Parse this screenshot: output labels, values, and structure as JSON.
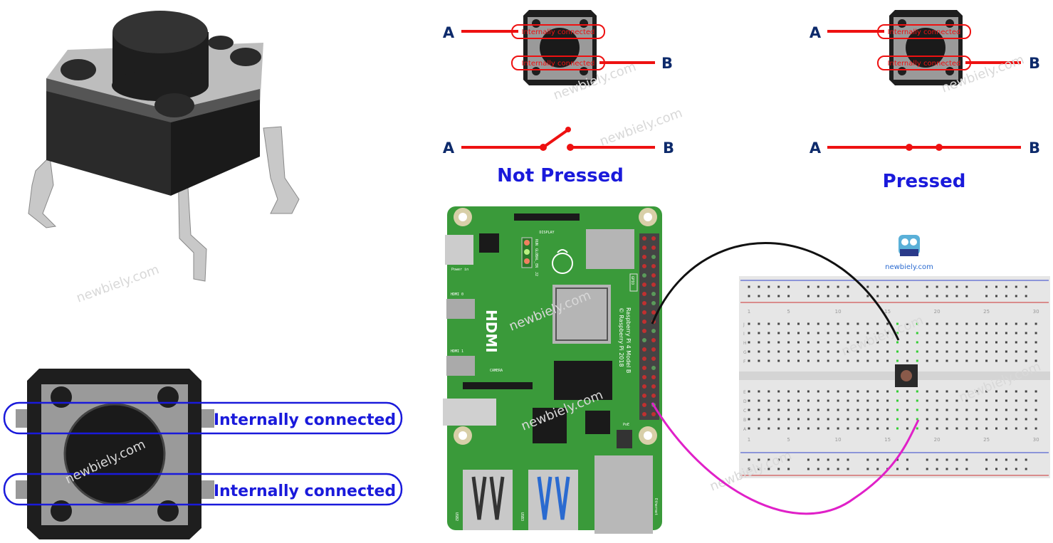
{
  "watermark": "newbiely.com",
  "top_view": {
    "connections": [
      "Internally connected",
      "Internally connected"
    ]
  },
  "not_pressed": {
    "pin_a": "A",
    "pin_b": "B",
    "internal_labels": [
      "Internally connected",
      "Internally connected"
    ],
    "title": "Not Pressed"
  },
  "pressed": {
    "pin_a": "A",
    "pin_b": "B",
    "internal_labels": [
      "Internally connected",
      "Internally connected"
    ],
    "title": "Pressed"
  },
  "board": {
    "display": "DISPLAY",
    "power": "Power in",
    "hdmi": "HDMI",
    "hdmi0": "HDMI 0",
    "hdmi1": "HDMI 1",
    "camera": "CAMERA",
    "leds": [
      "RUN",
      "GLOBAL_EN",
      "J2"
    ],
    "gpio": "GPIO",
    "model": "Raspberry Pi 4 Model B",
    "copyright": "© Raspberry Pi 2018",
    "poe": "PoE",
    "usb2": "USB2",
    "usb3": "USB3",
    "ethernet": "Ethernet"
  },
  "breadboard": {
    "columns": [
      "1",
      "5",
      "10",
      "15",
      "20",
      "25",
      "30"
    ],
    "rows_top": [
      "J",
      "I",
      "H",
      "G",
      "F"
    ],
    "rows_bottom": [
      "E",
      "D",
      "C",
      "B",
      "A"
    ]
  },
  "logo": {
    "text": "newbiely.com"
  },
  "colors": {
    "wire_red": "#ee1111",
    "label_blue": "#1a1adb",
    "pin_navy": "#0d2a6b",
    "board_green": "#3a9a3a",
    "wire_black": "#111111",
    "wire_pink": "#e020c8"
  }
}
